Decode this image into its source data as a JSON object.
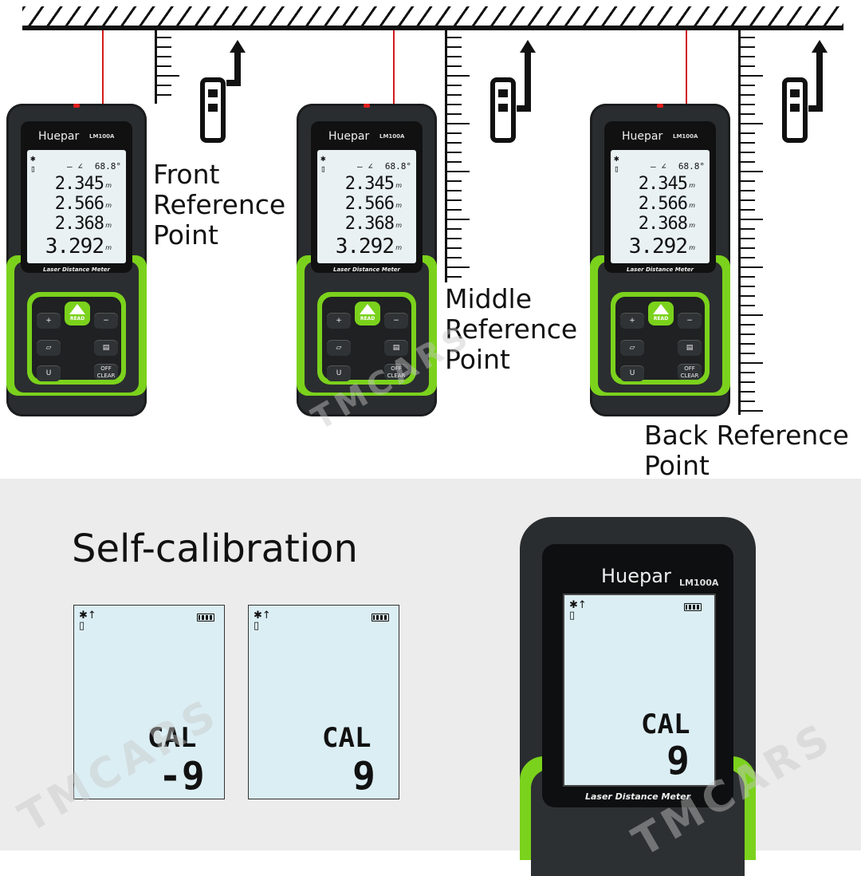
{
  "labels": {
    "front": [
      "Front",
      "Reference",
      "Point"
    ],
    "middle": [
      "Middle",
      "Reference",
      "Point"
    ],
    "back": [
      "Back Reference",
      "Point"
    ]
  },
  "device": {
    "brand": "Huepar",
    "model": "LM100A",
    "angle": "68.8°",
    "readings": [
      "2.345",
      "2.566",
      "2.368",
      "3.292"
    ],
    "unit": "m",
    "product_label": "Laser Distance Meter",
    "keys": {
      "plus": "+",
      "minus": "−",
      "read": "READ",
      "off": "OFF",
      "clear": "CLEAR",
      "unit": "U"
    }
  },
  "calibration": {
    "title": "Self-calibration",
    "panels": [
      {
        "label": "CAL",
        "value": "-9"
      },
      {
        "label": "CAL",
        "value": "9"
      }
    ],
    "big_screen": {
      "label": "CAL",
      "value": "9",
      "product_label": "Laser Distance Meter"
    }
  },
  "watermark": "TMCARS",
  "colors": {
    "accent_green": "#7bd21c",
    "laser_red": "#d51b1b",
    "device_body": "#2a2d2f",
    "lcd": "#dbeef4"
  }
}
